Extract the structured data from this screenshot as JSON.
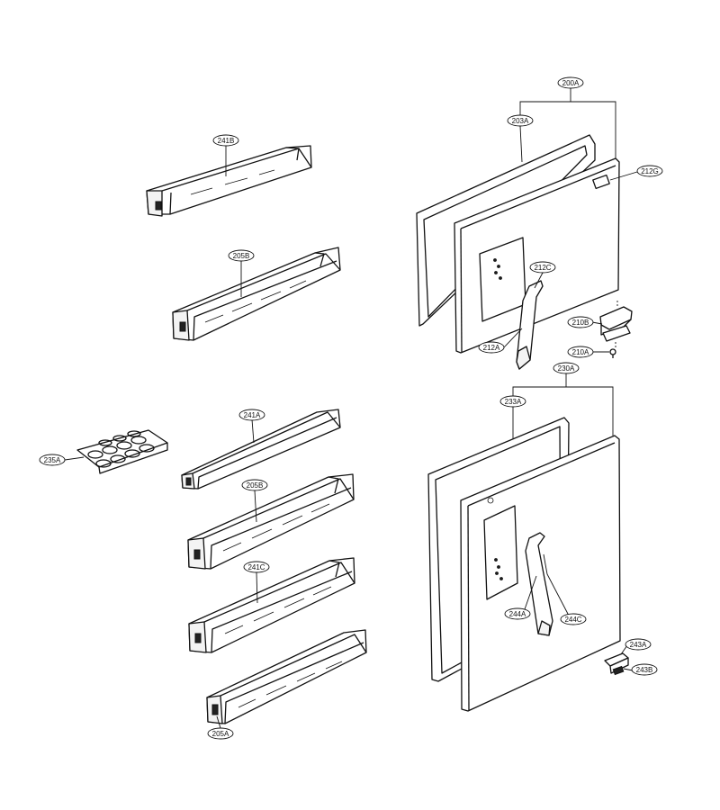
{
  "parts": [
    {
      "id": "241B",
      "label": "241B"
    },
    {
      "id": "205B-top",
      "label": "205B"
    },
    {
      "id": "200A",
      "label": "200A"
    },
    {
      "id": "203A",
      "label": "203A"
    },
    {
      "id": "212G",
      "label": "212G"
    },
    {
      "id": "212C",
      "label": "212C"
    },
    {
      "id": "210B",
      "label": "210B"
    },
    {
      "id": "212A",
      "label": "212A"
    },
    {
      "id": "210A",
      "label": "210A"
    },
    {
      "id": "230A",
      "label": "230A"
    },
    {
      "id": "233A",
      "label": "233A"
    },
    {
      "id": "241A",
      "label": "241A"
    },
    {
      "id": "235A",
      "label": "235A"
    },
    {
      "id": "205B-mid",
      "label": "205B"
    },
    {
      "id": "241C",
      "label": "241C"
    },
    {
      "id": "244A",
      "label": "244A"
    },
    {
      "id": "244C",
      "label": "244C"
    },
    {
      "id": "243A",
      "label": "243A"
    },
    {
      "id": "243B",
      "label": "243B"
    },
    {
      "id": "205A",
      "label": "205A"
    }
  ]
}
